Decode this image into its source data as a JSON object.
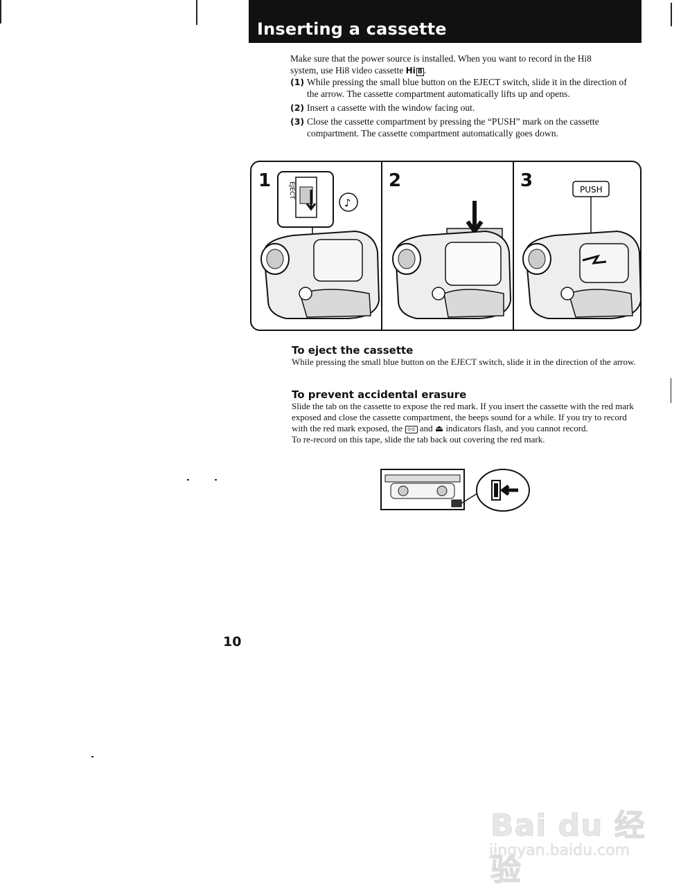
{
  "header": {
    "title": "Inserting a cassette"
  },
  "intro": {
    "line1": "Make sure that the power source is installed. When you want to record in the Hi8",
    "line2_prefix": "system, use Hi8 video cassette ",
    "hi8_mark": "Hi",
    "hi8_box": "8"
  },
  "steps": [
    {
      "num": "(1)",
      "text": "While pressing the small blue button on the EJECT switch, slide it in the direction of the arrow. The cassette compartment automatically lifts up and opens."
    },
    {
      "num": "(2)",
      "text": "Insert a cassette with the window facing out."
    },
    {
      "num": "(3)",
      "text": "Close the cassette compartment by pressing the “PUSH” mark on the cassette compartment. The cassette compartment automatically goes down."
    }
  ],
  "figure": {
    "panels": [
      "1",
      "2",
      "3"
    ],
    "eject_label": "EJECT",
    "push_label": "PUSH"
  },
  "eject_section": {
    "heading": "To eject the cassette",
    "text": "While pressing the small blue button on the EJECT switch, slide it in the direction of the arrow."
  },
  "erasure_section": {
    "heading": "To prevent accidental erasure",
    "text1": "Slide the tab on the cassette to expose the red mark.  If you insert the cassette with the red mark exposed and close the cassette compartment, the beeps sound for a while.  If you try to record with the red mark exposed, the",
    "text1b": "and",
    "text1c": "indicators flash, and you cannot record.",
    "text2": "To re-record on this tape, slide the tab back out covering the red mark."
  },
  "page_number": "10",
  "watermark": {
    "main": "Bai du 经验",
    "sub": "jingyan.baidu.com"
  }
}
